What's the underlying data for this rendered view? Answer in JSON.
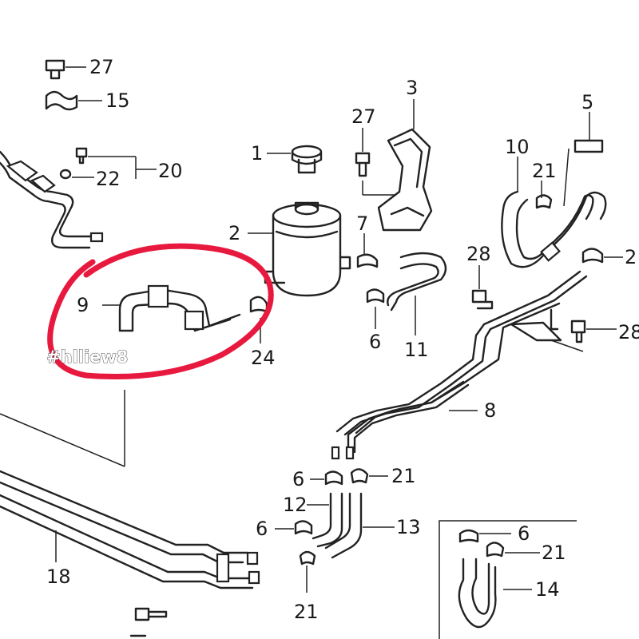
{
  "diagram": {
    "callouts": [
      {
        "id": "c-27a",
        "text": "27"
      },
      {
        "id": "c-15",
        "text": "15"
      },
      {
        "id": "c-20",
        "text": "20"
      },
      {
        "id": "c-22",
        "text": "22"
      },
      {
        "id": "c-1",
        "text": "1"
      },
      {
        "id": "c-2",
        "text": "2"
      },
      {
        "id": "c-27b",
        "text": "27"
      },
      {
        "id": "c-3",
        "text": "3"
      },
      {
        "id": "c-7",
        "text": "7"
      },
      {
        "id": "c-6a",
        "text": "6"
      },
      {
        "id": "c-11",
        "text": "11"
      },
      {
        "id": "c-10",
        "text": "10"
      },
      {
        "id": "c-21a",
        "text": "21"
      },
      {
        "id": "c-5",
        "text": "5"
      },
      {
        "id": "c-2b",
        "text": "2"
      },
      {
        "id": "c-28a",
        "text": "28"
      },
      {
        "id": "c-28b",
        "text": "28"
      },
      {
        "id": "c-9",
        "text": "9"
      },
      {
        "id": "c-24",
        "text": "24"
      },
      {
        "id": "c-8",
        "text": "8"
      },
      {
        "id": "c-6b",
        "text": "6"
      },
      {
        "id": "c-21b",
        "text": "21"
      },
      {
        "id": "c-12",
        "text": "12"
      },
      {
        "id": "c-6c",
        "text": "6"
      },
      {
        "id": "c-13",
        "text": "13"
      },
      {
        "id": "c-21c",
        "text": "21"
      },
      {
        "id": "c-6d",
        "text": "6"
      },
      {
        "id": "c-21d",
        "text": "21"
      },
      {
        "id": "c-14",
        "text": "14"
      },
      {
        "id": "c-18",
        "text": "18"
      }
    ],
    "tag": "#hlliew8",
    "highlight_color": "#e8193f"
  }
}
